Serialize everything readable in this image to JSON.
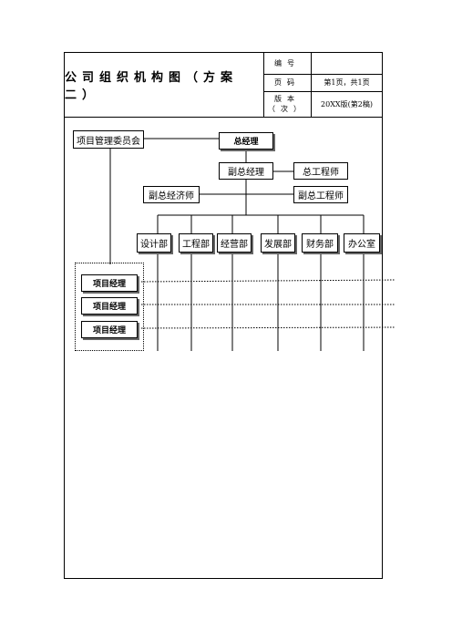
{
  "header": {
    "title": "公司组织机构图（方案二）",
    "rows": [
      {
        "label": "编号",
        "value": ""
      },
      {
        "label": "页码",
        "value": "第1页，共1页"
      },
      {
        "label": "版本（次）",
        "value": "20XX版(第2稿)"
      }
    ]
  },
  "chart": {
    "committee": "项目管理委员会",
    "gm": "总经理",
    "deputy_gm": "副总经理",
    "chief_engineer": "总工程师",
    "deputy_economist": "副总经济师",
    "deputy_engineer": "副总工程师",
    "departments": [
      "设计部",
      "工程部",
      "经营部",
      "发展部",
      "财务部",
      "办公室"
    ],
    "project_managers": [
      "项目经理",
      "项目经理",
      "项目经理"
    ]
  }
}
